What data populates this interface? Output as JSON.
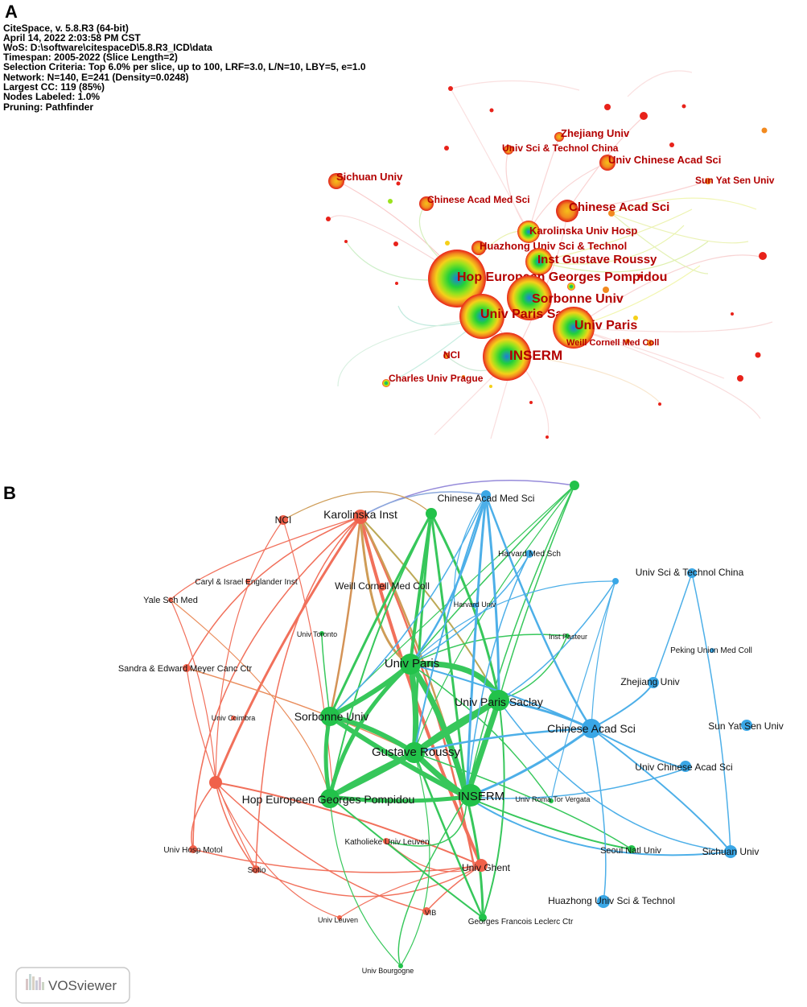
{
  "panel_a": {
    "letter": "A",
    "meta_lines": [
      "CiteSpace, v. 5.8.R3 (64-bit)",
      "April 14, 2022 2:03:58 PM CST",
      "WoS: D:\\software\\citespaceD\\5.8.R3_ICD\\data",
      "Timespan: 2005-2022 (Slice Length=2)",
      "Selection Criteria: Top 6.0% per slice, up to 100, LRF=3.0, L/N=10, LBY=5, e=1.0",
      "Network: N=140, E=241 (Density=0.0248)",
      "Largest CC: 119 (85%)",
      "Nodes Labeled: 1.0%",
      "Pruning: Pathfinder"
    ],
    "nodes": [
      {
        "label": "Zhejiang Univ"
      },
      {
        "label": "Univ Sci & Technol China"
      },
      {
        "label": "Univ Chinese Acad Sci"
      },
      {
        "label": "Sun Yat Sen Univ"
      },
      {
        "label": "Sichuan Univ"
      },
      {
        "label": "Chinese Acad Med Sci"
      },
      {
        "label": "Chinese Acad Sci"
      },
      {
        "label": "Karolinska Univ Hosp"
      },
      {
        "label": "Huazhong Univ Sci & Technol"
      },
      {
        "label": "Inst Gustave Roussy"
      },
      {
        "label": "Hop Europeen Georges Pompidou"
      },
      {
        "label": "Sorbonne Univ"
      },
      {
        "label": "Univ Paris Saclay"
      },
      {
        "label": "Univ Paris"
      },
      {
        "label": "Weill Cornell Med Coll"
      },
      {
        "label": "NCI"
      },
      {
        "label": "INSERM"
      },
      {
        "label": "Charles Univ Prague"
      }
    ]
  },
  "panel_b": {
    "letter": "B",
    "clusters": {
      "red": "#f0614a",
      "green": "#22c24a",
      "blue": "#3aa7e6"
    },
    "nodes": [
      {
        "label": "Karolinska Inst",
        "cluster": "red"
      },
      {
        "label": "NCI",
        "cluster": "red"
      },
      {
        "label": "Chinese Acad Med Sci",
        "cluster": "blue"
      },
      {
        "label": "Harvard Med Sch",
        "cluster": "blue"
      },
      {
        "label": "Caryl & Israel Englander Inst",
        "cluster": "red"
      },
      {
        "label": "Weill Cornell Med Coll",
        "cluster": "red"
      },
      {
        "label": "Yale Sch Med",
        "cluster": "red"
      },
      {
        "label": "Harvard Univ",
        "cluster": "blue"
      },
      {
        "label": "Univ Toronto",
        "cluster": "green"
      },
      {
        "label": "Inst Pasteur",
        "cluster": "green"
      },
      {
        "label": "Univ Sci & Technol China",
        "cluster": "blue"
      },
      {
        "label": "Peking Union Med Coll",
        "cluster": "blue"
      },
      {
        "label": "Sandra & Edward Meyer Canc Ctr",
        "cluster": "red"
      },
      {
        "label": "Univ Paris",
        "cluster": "green"
      },
      {
        "label": "Zhejiang Univ",
        "cluster": "blue"
      },
      {
        "label": "Univ Paris Saclay",
        "cluster": "green"
      },
      {
        "label": "Univ Coimbra",
        "cluster": "red"
      },
      {
        "label": "Sorbonne Univ",
        "cluster": "green"
      },
      {
        "label": "Chinese Acad Sci",
        "cluster": "blue"
      },
      {
        "label": "Sun Yat Sen Univ",
        "cluster": "blue"
      },
      {
        "label": "Gustave Roussy",
        "cluster": "green"
      },
      {
        "label": "Univ Chinese Acad Sci",
        "cluster": "blue"
      },
      {
        "label": "Hop Europeen Georges Pompidou",
        "cluster": "green"
      },
      {
        "label": "INSERM",
        "cluster": "green"
      },
      {
        "label": "Univ Roma Tor Vergata",
        "cluster": "green"
      },
      {
        "label": "Katholieke Univ Leuven",
        "cluster": "red"
      },
      {
        "label": "Univ Hosp Motol",
        "cluster": "red"
      },
      {
        "label": "Seoul Natl Univ",
        "cluster": "green"
      },
      {
        "label": "Sichuan Univ",
        "cluster": "blue"
      },
      {
        "label": "Sotio",
        "cluster": "red"
      },
      {
        "label": "Univ Ghent",
        "cluster": "red"
      },
      {
        "label": "Huazhong Univ Sci & Technol",
        "cluster": "blue"
      },
      {
        "label": "Univ Leuven",
        "cluster": "red"
      },
      {
        "label": "VIB",
        "cluster": "red"
      },
      {
        "label": "Georges Francois Leclerc Ctr",
        "cluster": "green"
      },
      {
        "label": "Univ Bourgogne",
        "cluster": "green"
      }
    ],
    "vosviewer_label": "VOSviewer"
  }
}
